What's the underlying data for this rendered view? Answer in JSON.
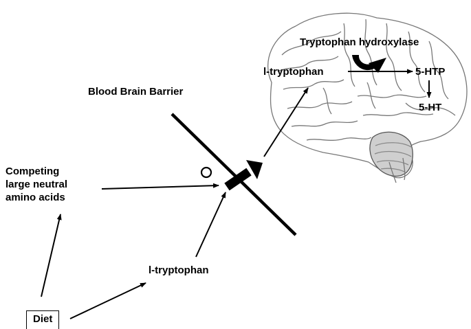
{
  "diagram": {
    "barrier_label": "Blood Brain Barrier",
    "competing_label": [
      "Competing",
      "large neutral",
      "amino acids"
    ],
    "diet_label": "Diet",
    "ltrp_blood_label": "l-tryptophan",
    "enzyme_label": "Tryptophan hydroxylase",
    "ltrp_brain_label": "l-tryptophan",
    "htp_label": "5-HTP",
    "ht_label": "5-HT",
    "inhibition_symbol": "○"
  }
}
